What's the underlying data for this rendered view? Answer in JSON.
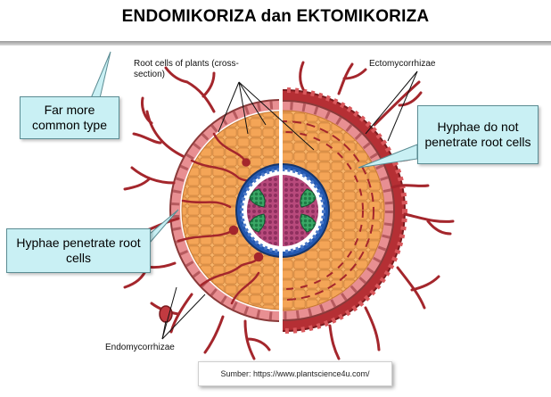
{
  "title": "ENDOMIKORIZA dan EKTOMIKORIZA",
  "callouts": {
    "common": "Far more common type",
    "not_penetrate": "Hyphae do not penetrate root cells",
    "penetrate": "Hyphae penetrate root cells"
  },
  "labels": {
    "root_cells": "Root cells of plants (cross-section)",
    "ecto": "Ectomycorrhizae",
    "endo": "Endomycorrhizae"
  },
  "source": "Sumber: https://www.plantscience4u.com/",
  "colors": {
    "hyphae": "#a4262c",
    "cortex": "#f4a95e",
    "epidermis": "#e88f92",
    "endodermis": "#1f4f9a",
    "phloem": "#2e9a5a",
    "xylem": "#9c3a6c",
    "callout_bg": "#c9f0f4"
  }
}
